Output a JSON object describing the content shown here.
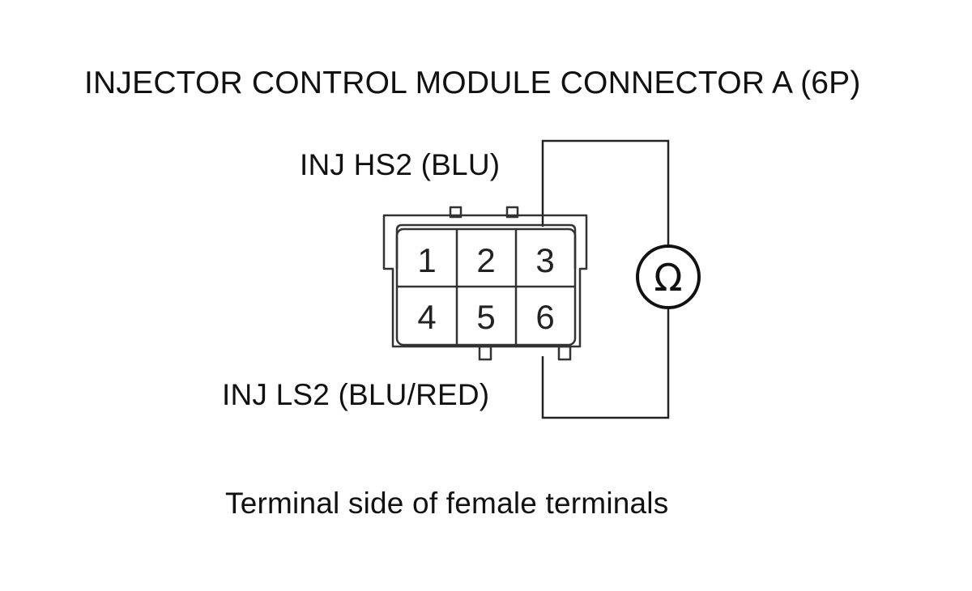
{
  "title": "INJECTOR CONTROL MODULE CONNECTOR A (6P)",
  "high_side_label": "INJ HS2 (BLU)",
  "low_side_label": "INJ LS2 (BLU/RED)",
  "caption": "Terminal side of female terminals",
  "connector": {
    "terminals_top": [
      "1",
      "2",
      "3"
    ],
    "terminals_bottom": [
      "4",
      "5",
      "6"
    ]
  },
  "meter": {
    "symbol": "Ω",
    "icon": "ohmmeter-icon"
  },
  "colors": {
    "line": "#222222",
    "text": "#111111",
    "background": "#ffffff"
  }
}
